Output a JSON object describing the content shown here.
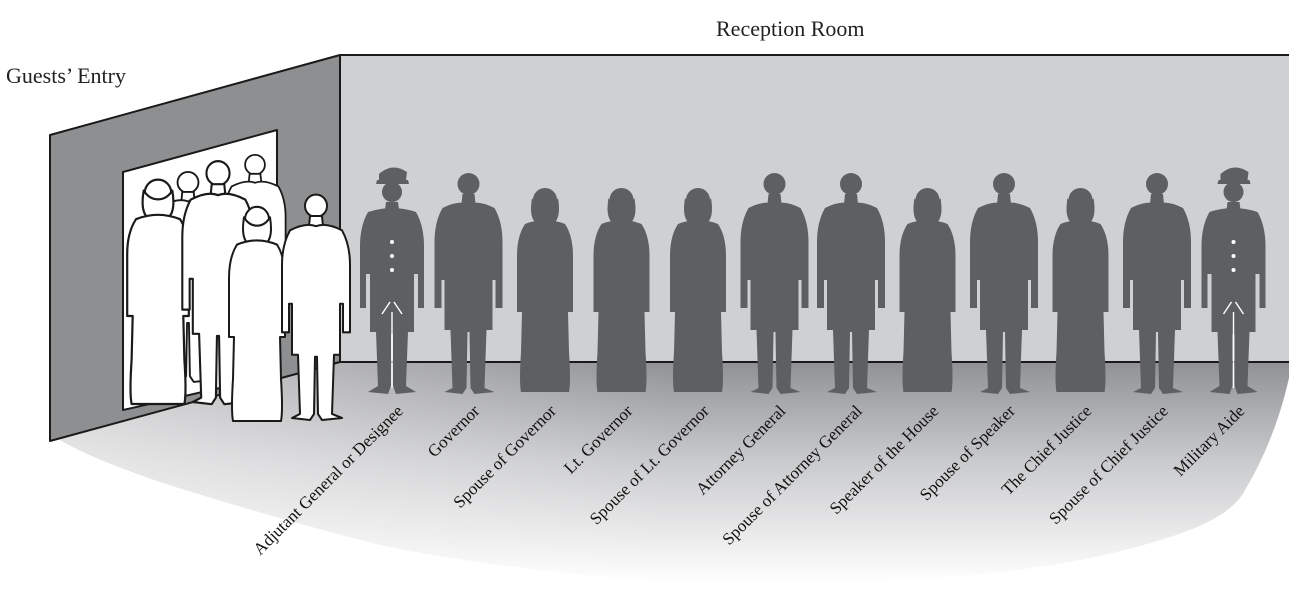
{
  "labels": {
    "room": "Reception Room",
    "entry": "Guests’ Entry"
  },
  "receiving_line": [
    {
      "title": "Adjutant General or Designee",
      "figure": "military-uniform"
    },
    {
      "title": "Governor",
      "figure": "man"
    },
    {
      "title": "Spouse of Governor",
      "figure": "woman"
    },
    {
      "title": "Lt. Governor",
      "figure": "woman"
    },
    {
      "title": "Spouse of Lt. Governor",
      "figure": "woman"
    },
    {
      "title": "Attorney General",
      "figure": "man"
    },
    {
      "title": "Spouse of Attorney General",
      "figure": "man"
    },
    {
      "title": "Speaker of the House",
      "figure": "woman"
    },
    {
      "title": "Spouse of Speaker",
      "figure": "man"
    },
    {
      "title": "The Chief Justice",
      "figure": "woman"
    },
    {
      "title": "Spouse of Chief Justice",
      "figure": "man"
    },
    {
      "title": "Military Aide",
      "figure": "military-uniform"
    }
  ],
  "colors": {
    "wall": "#cfd0d2",
    "door_wall": "#8e8f91",
    "figure": "#5e5f61",
    "guest_fill": "#ffffff",
    "outline": "#1a1a1a"
  }
}
